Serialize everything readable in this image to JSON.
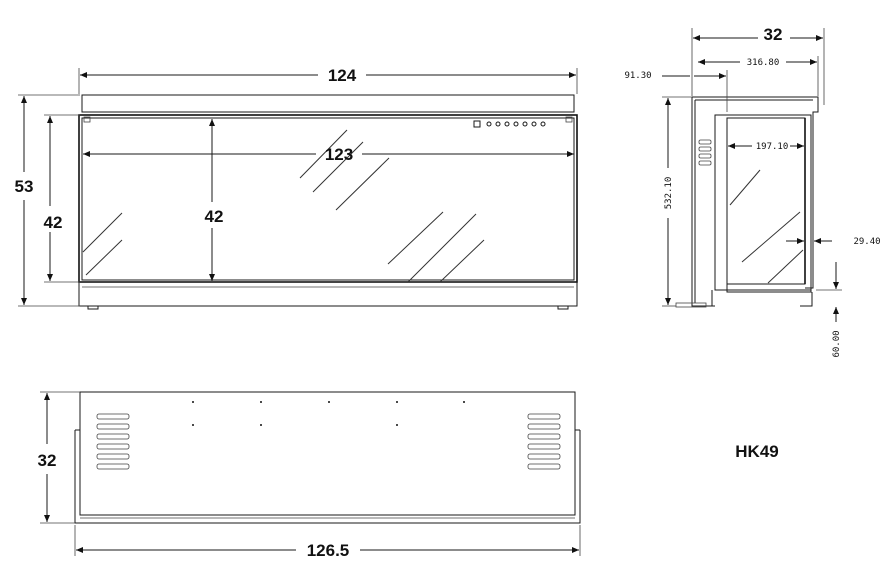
{
  "front_view": {
    "width_overall": "124",
    "width_glass": "123",
    "height_overall": "53",
    "height_glass_left": "42",
    "height_glass_center": "42"
  },
  "side_view": {
    "depth_overall": "32",
    "depth_top": "316.80",
    "offset_top": "91.30",
    "height": "532.10",
    "inner_depth": "197.10",
    "lip": "29.40",
    "bottom": "60.00"
  },
  "top_view": {
    "depth": "32",
    "width": "126.5"
  },
  "model": "HK49"
}
